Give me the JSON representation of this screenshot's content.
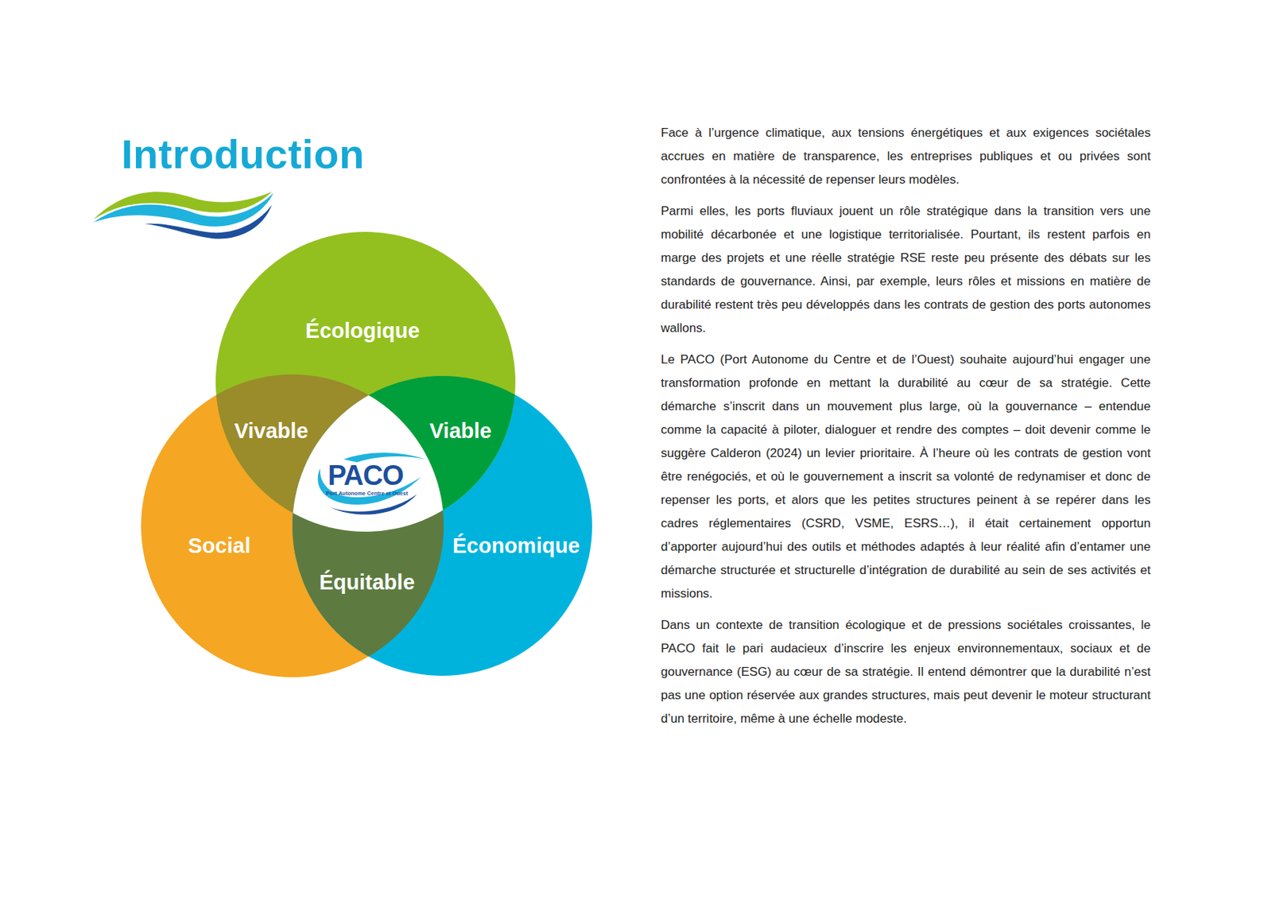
{
  "diagram": {
    "title": "Introduction",
    "nodes": [
      {
        "text": [
          "Écologique"
        ]
      },
      {
        "text": [
          "Social"
        ]
      },
      {
        "text": [
          "Économique"
        ]
      },
      {
        "text": [
          "Vivable"
        ]
      },
      {
        "text": [
          "Viable"
        ]
      },
      {
        "text": [
          "Équitable"
        ]
      }
    ],
    "labels": [
      "PACO",
      "Port Autonome Centre et Ouest",
      "Face à l’urgence climatique, aux tensions énergétiques et aux exigences sociétales accrues en matière de transparence, les entreprises publiques et ou privées sont confrontées à la nécessité de repenser leurs modèles.",
      "Parmi elles, les ports fluviaux jouent un rôle stratégique dans la transition vers une mobilité décarbonée et une logistique territorialisée. Pourtant, ils restent parfois en marge des projets et une réelle stratégie RSE reste peu présente des débats sur les standards de gouvernance. Ainsi, par exemple, leurs rôles et missions en matière de durabilité restent très peu développés dans les contrats de gestion des ports autonomes wallons.",
      "Le PACO (Port Autonome du Centre et de l’Ouest) souhaite aujourd’hui engager une transformation profonde en mettant la durabilité au cœur de sa stratégie. Cette démarche s’inscrit dans un mouvement plus large, où la gouvernance – entendue comme la capacité à piloter, dialoguer et rendre des comptes – doit devenir comme le suggère Calderon (2024) un levier prioritaire. À l’heure où les contrats de gestion vont être renégociés, et où le gouvernement a inscrit sa volonté de redynamiser et donc de repenser les ports, et alors que les petites structures peinent à se repérer dans les cadres réglementaires (CSRD, VSME, ESRS…), il était certainement opportun d’apporter aujourd’hui des outils et méthodes adaptés à leur réalité afin d’entamer une démarche structurée et structurelle d’intégration de durabilité au sein de ses activités et missions.",
      "Dans un contexte de transition écologique et de pressions sociétales croissantes, le PACO fait le pari audacieux d’inscrire les enjeux environnementaux, sociaux et de gouvernance (ESG) au cœur de sa stratégie. Il entend démontrer que la durabilité n’est pas une option réservée aux grandes structures, mais peut devenir le moteur structurant d’un territoire, même à une échelle modeste."
    ]
  }
}
